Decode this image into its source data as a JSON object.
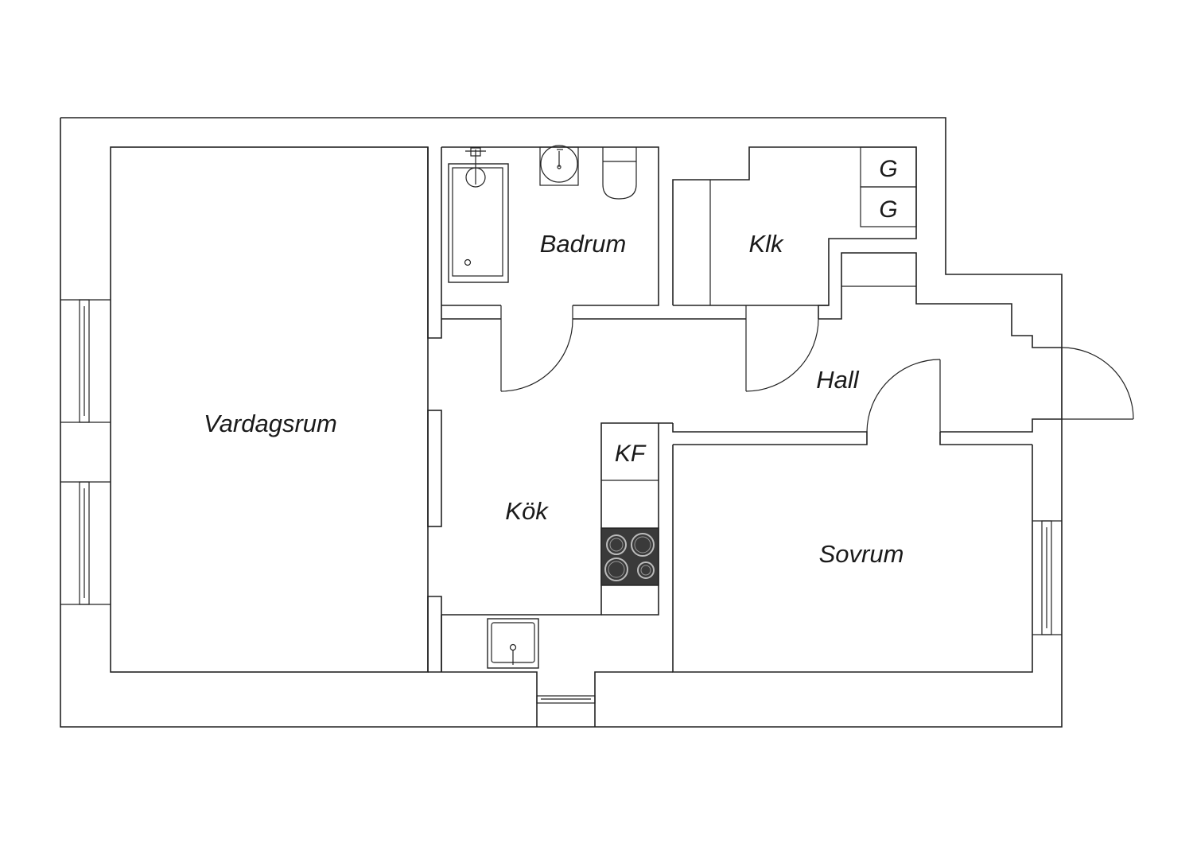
{
  "rooms": {
    "living": "Vardagsrum",
    "bath": "Badrum",
    "closet": "Klk",
    "hall": "Hall",
    "kitchen": "Kök",
    "bedroom": "Sovrum"
  },
  "fixtures": {
    "fridge_freezer": "KF",
    "wardrobe_1": "G",
    "wardrobe_2": "G"
  },
  "colors": {
    "line": "#222222",
    "background": "#ffffff",
    "stove": "#3a3a3a"
  }
}
